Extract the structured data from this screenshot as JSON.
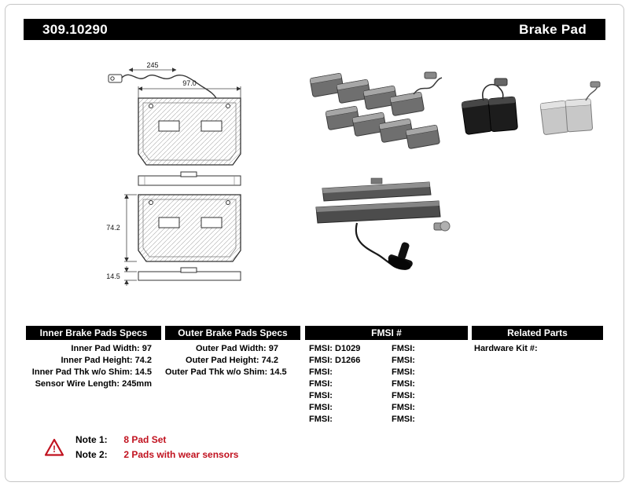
{
  "header": {
    "part_number": "309.10290",
    "title": "Brake Pad"
  },
  "drawing": {
    "wire_label": "245",
    "width_label": "97.0",
    "height_label": "74.2",
    "thickness_label": "14.5"
  },
  "table": {
    "inner": {
      "header": "Inner Brake Pads Specs",
      "rows": [
        "Inner Pad Width: 97",
        "Inner Pad Height: 74.2",
        "Inner Pad Thk w/o Shim: 14.5",
        "Sensor Wire Length: 245mm"
      ]
    },
    "outer": {
      "header": "Outer Brake Pads Specs",
      "rows": [
        "Outer Pad Width: 97",
        "Outer Pad Height: 74.2",
        "Outer Pad Thk w/o Shim: 14.5"
      ]
    },
    "fmsi": {
      "header": "FMSI #",
      "left": [
        "FMSI: D1029",
        "FMSI: D1266",
        "FMSI:",
        "FMSI:",
        "FMSI:",
        "FMSI:",
        "FMSI:"
      ],
      "right": [
        "FMSI:",
        "FMSI:",
        "FMSI:",
        "FMSI:",
        "FMSI:",
        "FMSI:",
        "FMSI:"
      ]
    },
    "related": {
      "header": "Related Parts",
      "rows": [
        "Hardware Kit #:"
      ]
    }
  },
  "notes": [
    {
      "label": "Note 1:",
      "text": "8 Pad Set"
    },
    {
      "label": "Note 2:",
      "text": "2 Pads with wear sensors"
    }
  ],
  "colors": {
    "note_red": "#c1121f",
    "header_bg": "#000000"
  }
}
